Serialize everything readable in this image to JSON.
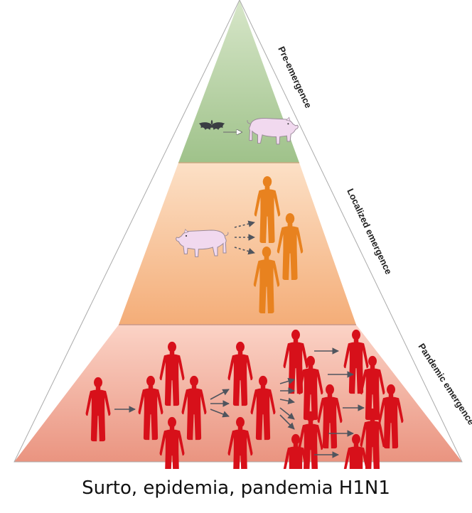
{
  "diagram": {
    "tiers": [
      {
        "label": "Pre-emergence",
        "color_top": "#d7e6c9",
        "color_bottom": "#9fc28a"
      },
      {
        "label": "Localized emergence",
        "color_top": "#fce0c6",
        "color_bottom": "#f4ad78"
      },
      {
        "label": "Pandemic emergence",
        "color_top": "#fbd3c6",
        "color_bottom": "#ea9480"
      }
    ],
    "colors": {
      "human_localized": "#e8821f",
      "human_pandemic": "#d7101a",
      "pig": "#f1d9ef",
      "bat": "#3a3d43",
      "arrow": "#50555e"
    },
    "icons": [
      "bat-icon",
      "pig-icon",
      "human-figure-icon",
      "arrow-icon"
    ]
  },
  "caption": "Surto, epidemia, pandemia  H1N1"
}
